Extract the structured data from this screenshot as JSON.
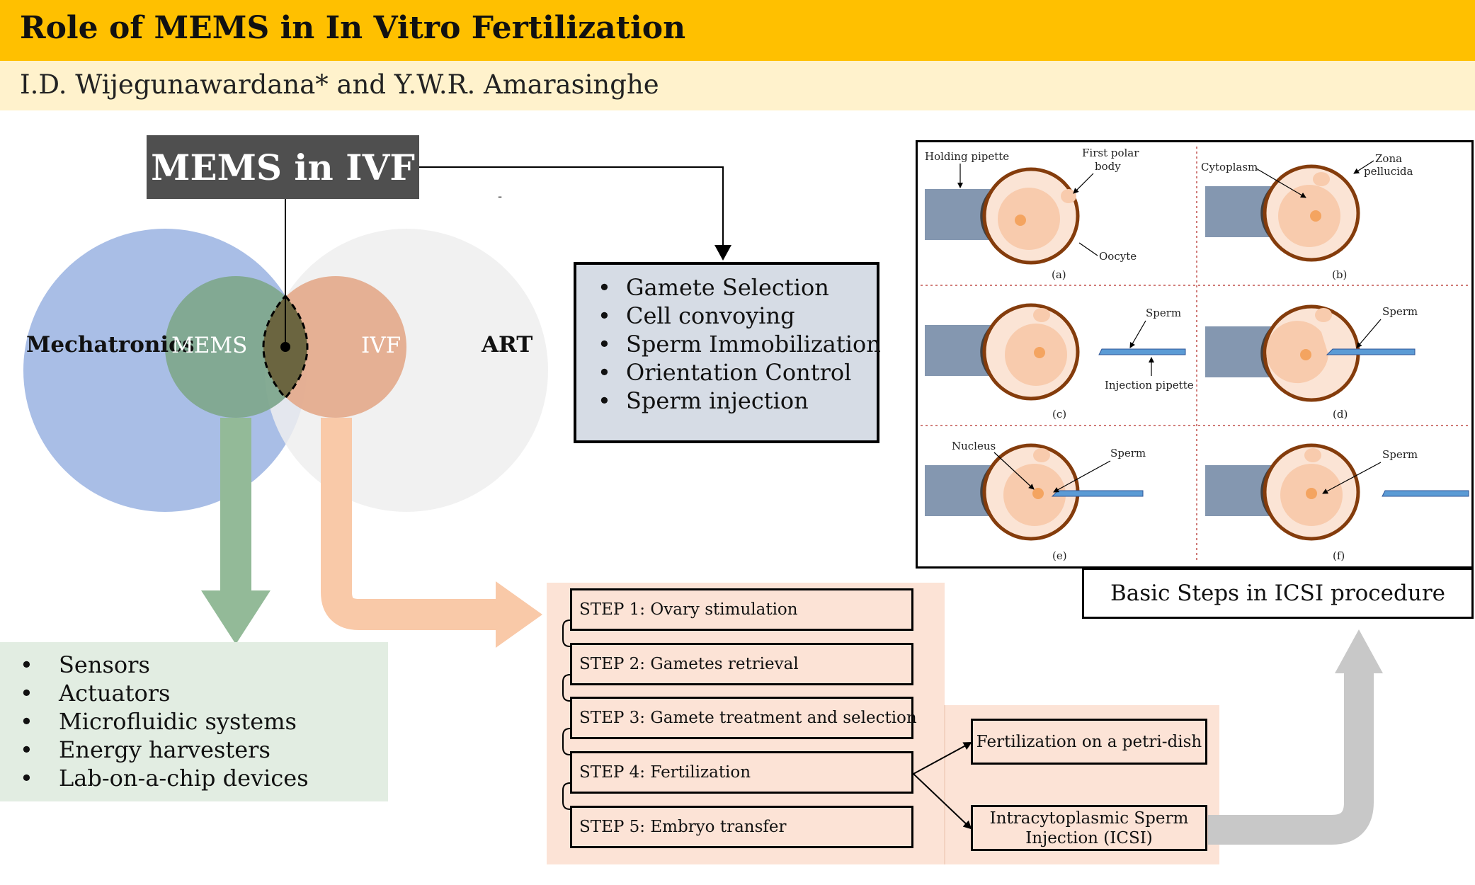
{
  "header": {
    "title": "Role of MEMS in In Vitro Fertilization",
    "authors": "I.D. Wijegunawardana* and Y.W.R. Amarasinghe"
  },
  "badge": "MEMS in IVF",
  "venn": {
    "mechatronics": "Mechatronics",
    "mems": "MEMS",
    "ivf": "IVF",
    "art": "ART",
    "colors": {
      "mechatronics": "#A9BEE6",
      "art": "#EFEFEF",
      "mems": "#7FA88E",
      "ivf": "#E3A98A",
      "intersection": "#6B6540"
    }
  },
  "mems_applications": [
    "Sensors",
    "Actuators",
    "Microfluidic systems",
    "Energy harvesters",
    "Lab-on-a-chip devices"
  ],
  "mems_roles": [
    "Gamete Selection",
    "Cell convoying",
    "Sperm Immobilization",
    "Orientation Control",
    "Sperm injection"
  ],
  "ivf_steps": [
    "STEP 1: Ovary stimulation",
    "STEP 2: Gametes retrieval",
    "STEP 3: Gamete treatment and selection",
    "STEP 4: Fertilization",
    "STEP 5: Embryo transfer"
  ],
  "fertilization_options": {
    "petri": "Fertilization on a petri-dish",
    "icsi": "Intracytoplasmic Sperm Injection (ICSI)"
  },
  "icsi": {
    "caption": "Basic Steps in ICSI procedure",
    "panel_labels": [
      "(a)",
      "(b)",
      "(c)",
      "(d)",
      "(e)",
      "(f)"
    ],
    "annotations": {
      "holding_pipette": "Holding pipette",
      "first_polar_body_1": "First polar",
      "first_polar_body_2": "body",
      "oocyte": "Oocyte",
      "cytoplasm": "Cytoplasm",
      "zona_pellucida_1": "Zona",
      "zona_pellucida_2": "pellucida",
      "sperm_c": "Sperm",
      "injection_pipette": "Injection pipette",
      "sperm_d": "Sperm",
      "nucleus": "Nucleus",
      "sperm_e": "Sperm",
      "sperm_f": "Sperm"
    }
  }
}
